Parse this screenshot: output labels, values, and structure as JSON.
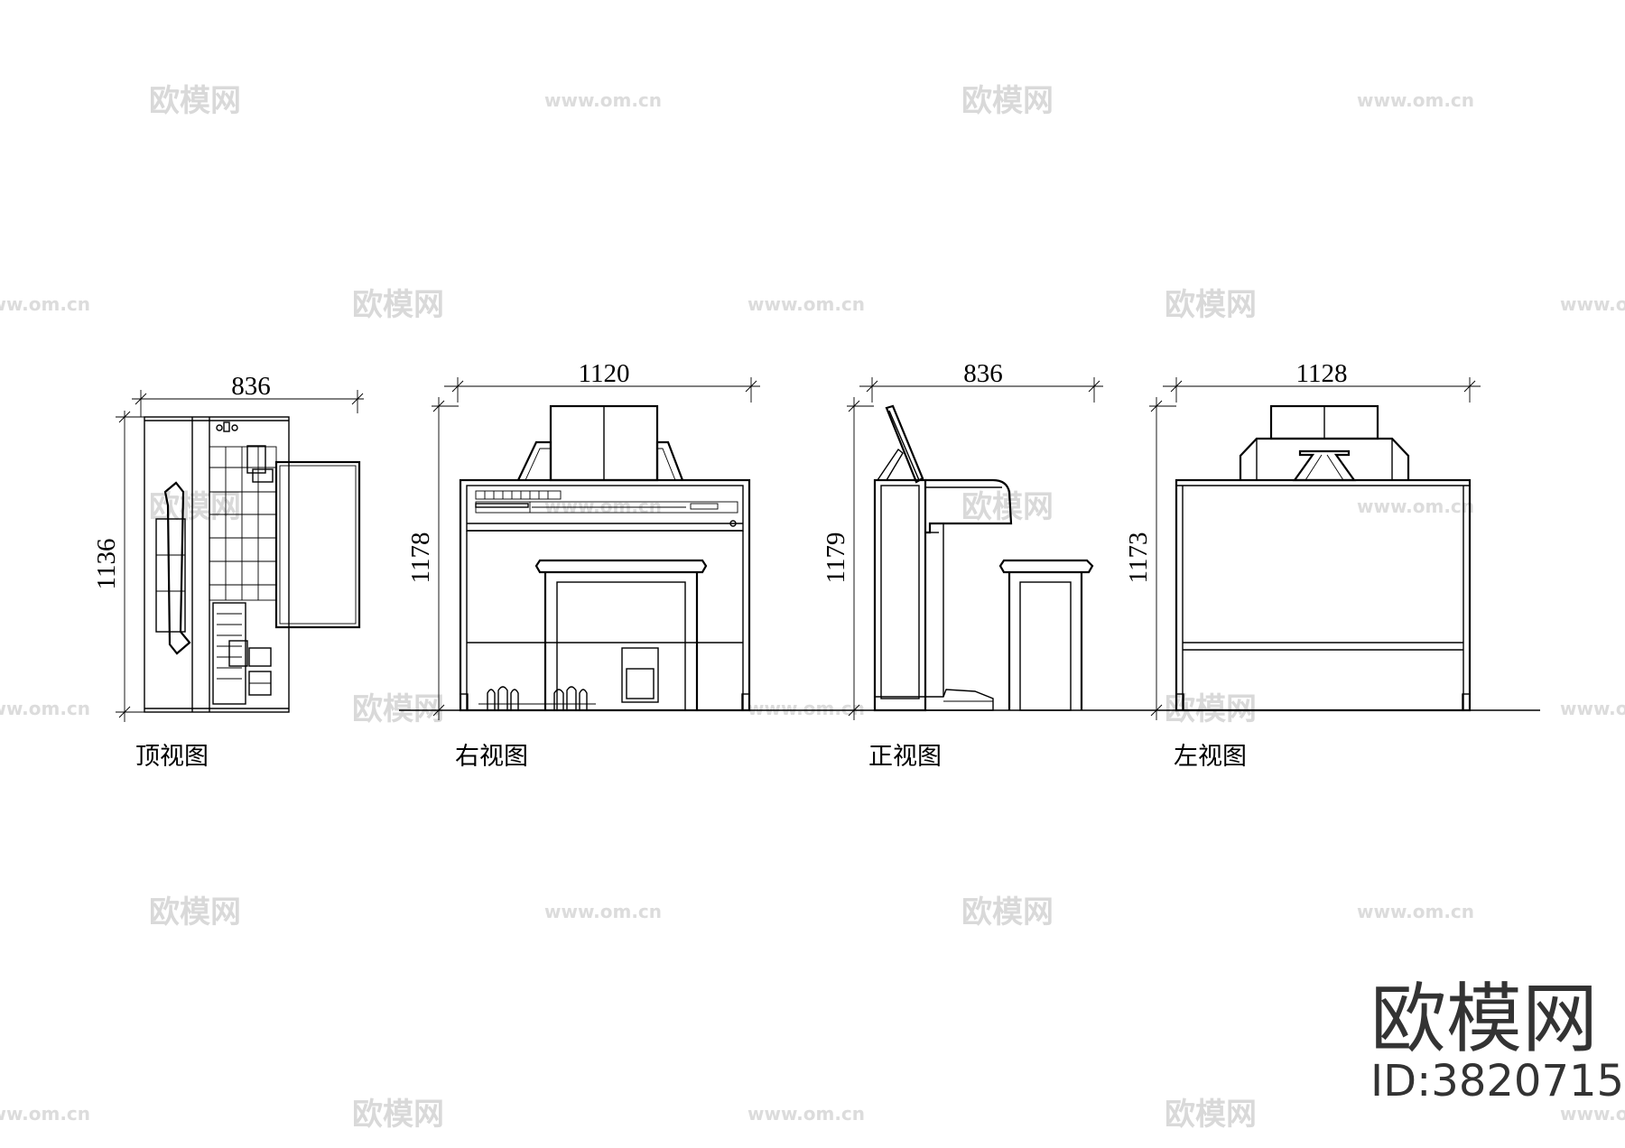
{
  "views": [
    {
      "caption": "顶视图",
      "width": "836",
      "height": "1136"
    },
    {
      "caption": "右视图",
      "width": "1120",
      "height": "1178"
    },
    {
      "caption": "正视图",
      "width": "836",
      "height": "1179"
    },
    {
      "caption": "左视图",
      "width": "1128",
      "height": "1173"
    }
  ],
  "watermark": {
    "logo": "欧模网",
    "url": "www.om.cn"
  },
  "brand": {
    "logo": "欧模网",
    "id_label": "ID:3820715"
  }
}
